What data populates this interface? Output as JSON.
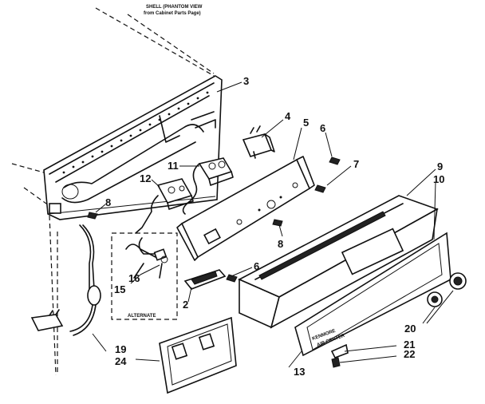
{
  "header": {
    "line1": "SHELL (PHANTOM VIEW",
    "line2": "from Cabinet Parts Page)"
  },
  "box_label": "ALTERNATE",
  "nameplate": {
    "line1": "KENMORE",
    "line2": "AIR CENTER"
  },
  "part_numbers": [
    "3",
    "4",
    "5",
    "6",
    "7",
    "9",
    "10",
    "11",
    "12",
    "8",
    "8",
    "6",
    "15",
    "16",
    "2",
    "20",
    "21",
    "22",
    "13",
    "19",
    "24"
  ]
}
